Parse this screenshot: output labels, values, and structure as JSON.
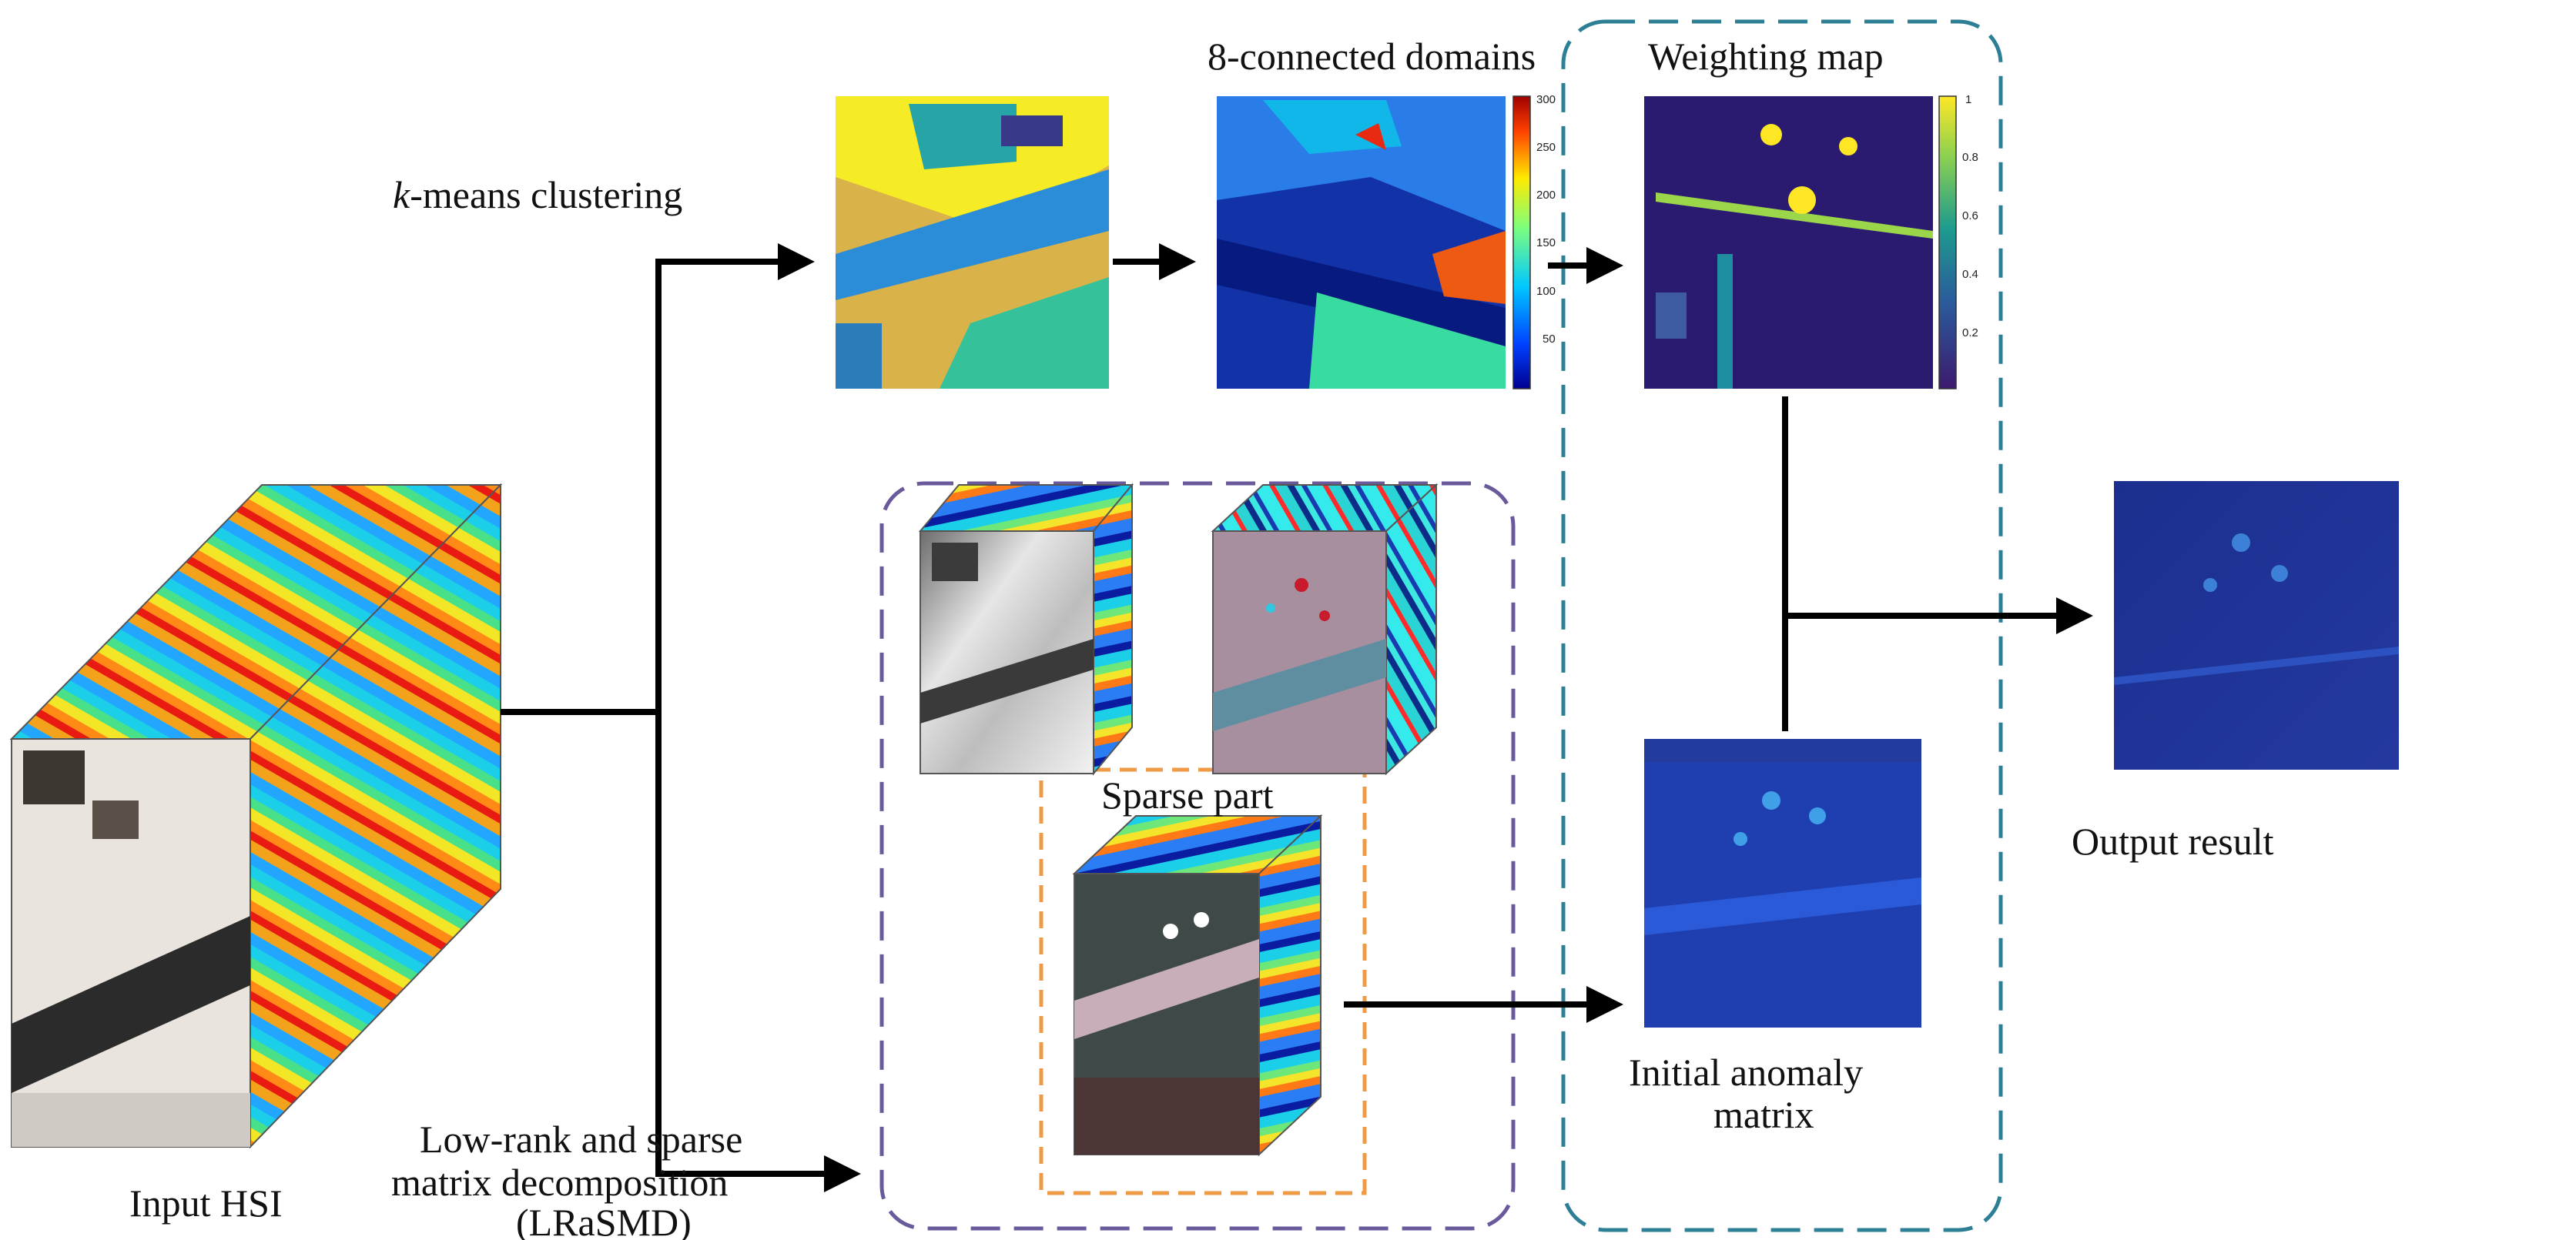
{
  "labels": {
    "kmeans_k": "k",
    "kmeans_rest": "-means clustering",
    "connected": "8-connected domains",
    "weighting": "Weighting map",
    "sparse_part": "Sparse part",
    "input": "Input HSI",
    "lrasmd_line1": "Low-rank and sparse",
    "lrasmd_line2": "matrix decomposition",
    "lrasmd_line3": "(LRaSMD)",
    "anomaly_line1": "Initial anomaly",
    "anomaly_line2": "matrix",
    "output": "Output result"
  },
  "colorbars": {
    "connected_ticks": [
      "300",
      "250",
      "200",
      "150",
      "100",
      "50"
    ],
    "weighting_ticks": [
      "1",
      "0.8",
      "0.6",
      "0.4",
      "0.2"
    ]
  },
  "colors": {
    "purple_box": "#6a5a9c",
    "teal_box": "#2d7f95",
    "orange_box": "#ef9a45",
    "arrow": "#000000"
  }
}
